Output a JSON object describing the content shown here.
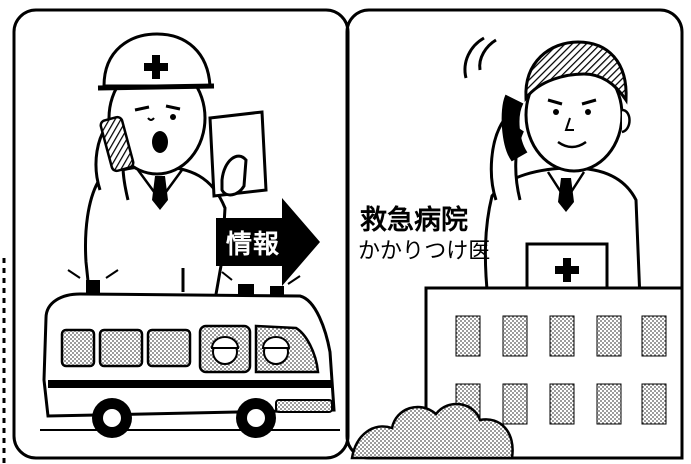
{
  "panel_left": {
    "arrow_label": "情報"
  },
  "panel_right": {
    "destination_line1": "救急病院",
    "destination_line2": "かかりつけ医"
  }
}
